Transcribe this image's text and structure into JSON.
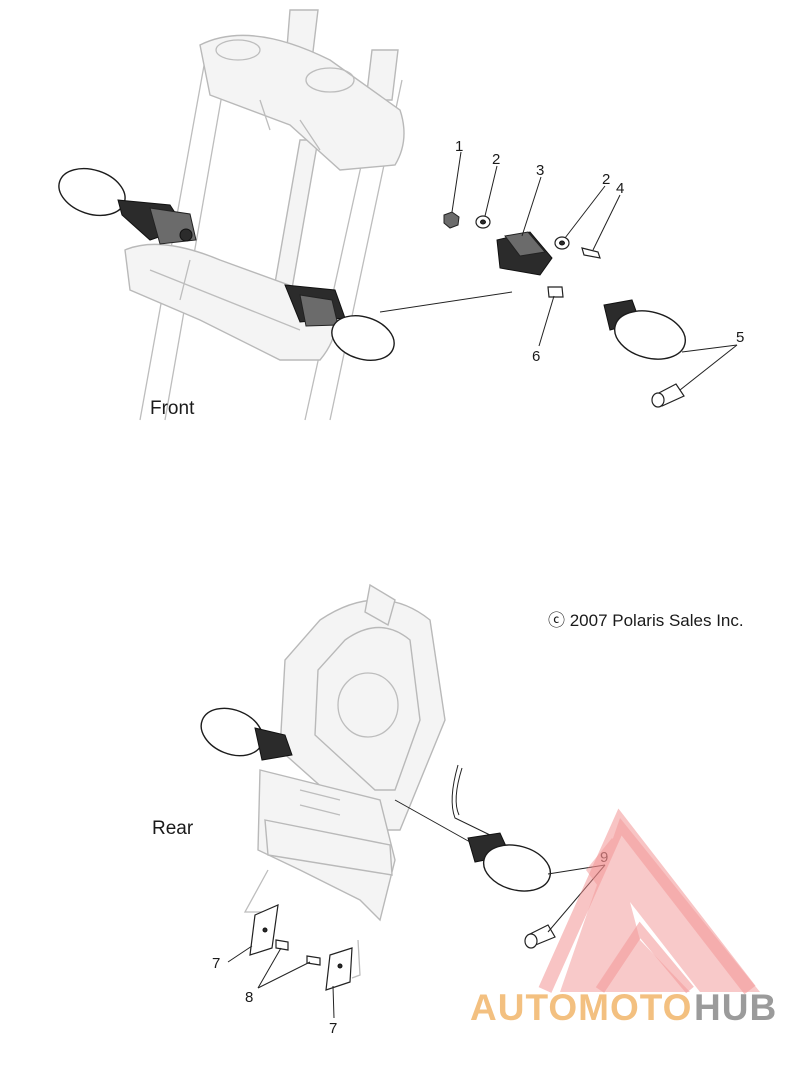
{
  "sections": {
    "front": "Front",
    "rear": "Rear"
  },
  "copyright": "ⓒ 2007 Polaris Sales Inc.",
  "callouts": {
    "c1": "1",
    "c2a": "2",
    "c3": "3",
    "c2b": "2",
    "c4": "4",
    "c5": "5",
    "c6": "6",
    "c7a": "7",
    "c7b": "7",
    "c8": "8",
    "c9": "9"
  },
  "watermark": {
    "part1": "AUTOMOTO",
    "part2": "HUB",
    "color_accent": "#f2b66b",
    "color_dark": "#8a8a8a",
    "color_logo": "#f08a8a"
  }
}
